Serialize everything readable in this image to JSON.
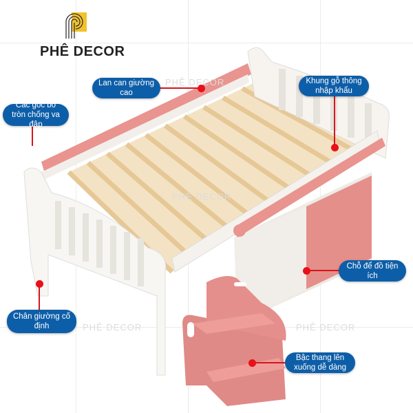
{
  "brand": {
    "name": "PHÊ DECOR",
    "watermark": "PHÊ DECOR",
    "accent": "#f2c12e"
  },
  "colors": {
    "callout_bg": "#0d5ea8",
    "pointer": "#d6141c",
    "bed_white": "#f7f4f0",
    "bed_pink": "#e9948f",
    "slat": "#f1dcb6"
  },
  "callouts": [
    {
      "id": "railing",
      "text": "Lan can giường cao"
    },
    {
      "id": "frame",
      "text": "Khung gỗ thông nhập khẩu"
    },
    {
      "id": "corners",
      "text": "Các góc bo tròn chống va đập"
    },
    {
      "id": "storage",
      "text": "Chỗ để đồ tiện ích"
    },
    {
      "id": "legs",
      "text": "Chân giường cố định"
    },
    {
      "id": "steps",
      "text": "Bậc thang lên xuống dễ dàng"
    }
  ]
}
